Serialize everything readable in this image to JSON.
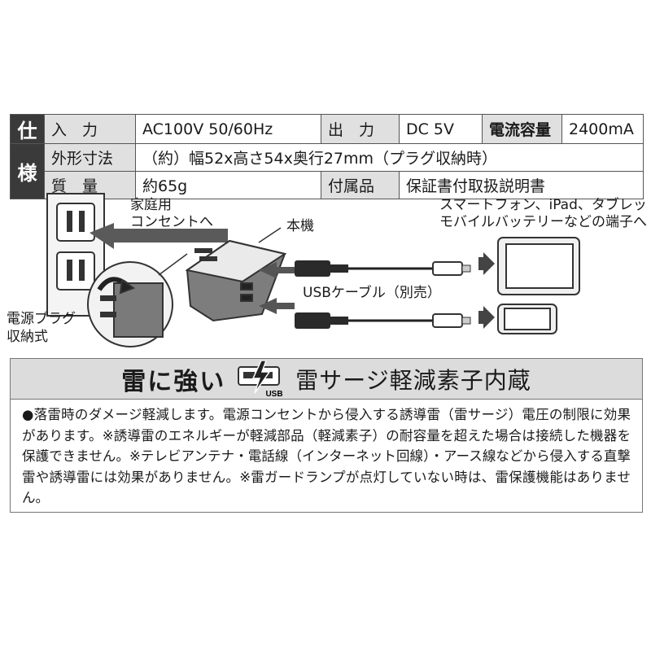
{
  "spec": {
    "head_top": "仕",
    "head_bottom": "様",
    "input_label": "入　力",
    "input_value": "AC100V 50/60Hz",
    "output_label": "出　力",
    "output_value": "DC 5V",
    "current_label": "電流容量",
    "current_value": "2400mA",
    "dimension_label": "外形寸法",
    "dimension_value": "（約）幅52x高さ54x奥行27mm（プラグ収納時）",
    "weight_label": "質　量",
    "weight_value": "約65g",
    "accessory_label": "付属品",
    "accessory_value": "保証書付取扱説明書"
  },
  "diagram": {
    "outlet_label_1": "家庭用",
    "outlet_label_2": "コンセントへ",
    "unit_label": "本機",
    "devices_label_1": "スマートフォン、iPad、タブレット、",
    "devices_label_2": "モバイルバッテリーなどの端子へ",
    "cable_label": "USBケーブル（別売）",
    "plug_label_1": "電源プラグ",
    "plug_label_2": "収納式"
  },
  "feature": {
    "strong": "雷に強い",
    "badge": "USB",
    "title": "雷サージ軽減素子内蔵",
    "body": "●落雷時のダメージ軽減します。電源コンセントから侵入する誘導雷（雷サージ）電圧の制限に効果があります。※誘導雷のエネルギーが軽減部品（軽減素子）の耐容量を超えた場合は接続した機器を保護できません。※テレビアンテナ・電話線（インターネット回線）・アース線などから侵入する直撃雷や誘導雷には効果がありません。※雷ガードランプが点灯していない時は、雷保護機能はありません。"
  }
}
